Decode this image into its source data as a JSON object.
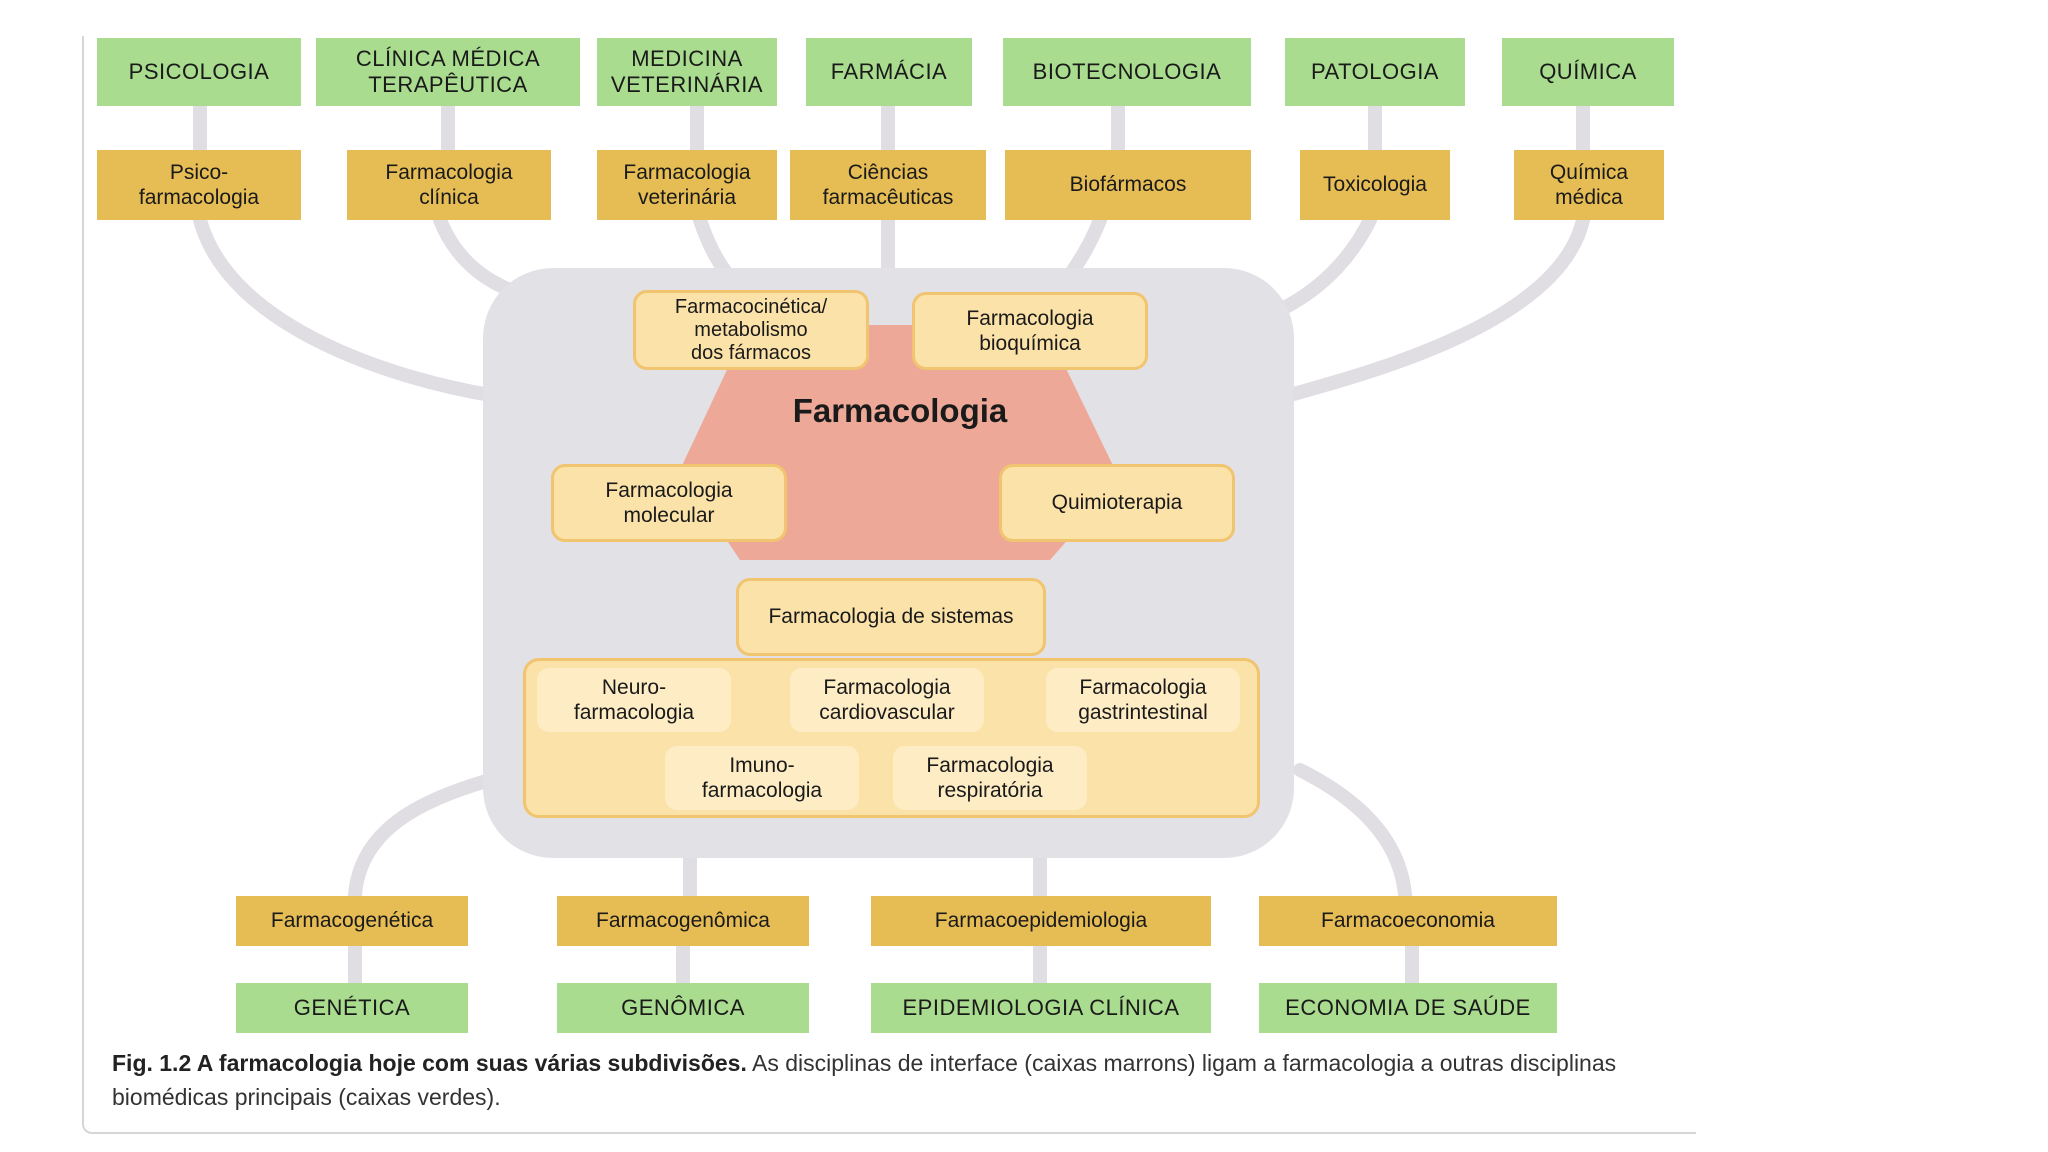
{
  "top_disciplines": [
    "PSICOLOGIA",
    "CLÍNICA MÉDICA\nTERAPÊUTICA",
    "MEDICINA\nVETERINÁRIA",
    "FARMÁCIA",
    "BIOTECNOLOGIA",
    "PATOLOGIA",
    "QUÍMICA"
  ],
  "top_interfaces": [
    "Psico-\nfarmacologia",
    "Farmacologia\nclínica",
    "Farmacologia\nveterinária",
    "Ciências\nfarmacêuticas",
    "Biofármacos",
    "Toxicologia",
    "Química\nmédica"
  ],
  "core": {
    "title": "Farmacologia",
    "inner": [
      "Farmacocinética/\nmetabolismo\ndos fármacos",
      "Farmacologia\nbioquímica",
      "Farmacologia\nmolecular",
      "Quimioterapia",
      "Farmacologia de sistemas"
    ],
    "systems": [
      "Neuro-\nfarmacologia",
      "Farmacologia\ncardiovascular",
      "Farmacologia\ngastrintestinal",
      "Imuno-\nfarmacologia",
      "Farmacologia\nrespiratória"
    ]
  },
  "bottom_interfaces": [
    "Farmacogenética",
    "Farmacogenômica",
    "Farmacoepidemiologia",
    "Farmacoeconomia"
  ],
  "bottom_disciplines": [
    "GENÉTICA",
    "GENÔMICA",
    "EPIDEMIOLOGIA CLÍNICA",
    "ECONOMIA DE SAÚDE"
  ],
  "caption": {
    "label": "Fig. 1.2   A farmacologia hoje com suas várias subdivisões.",
    "text": " As disciplinas de interface (caixas marrons) ligam a farmacologia a outras disciplinas biomédicas principais (caixas verdes)."
  },
  "colors": {
    "discipline": "#a9dc8e",
    "interface": "#e6bd55",
    "core_panel": "#e2e1e6",
    "core_shape": "#eea898",
    "inner_box": "#fbe2a8",
    "connector": "#e0dee3"
  }
}
